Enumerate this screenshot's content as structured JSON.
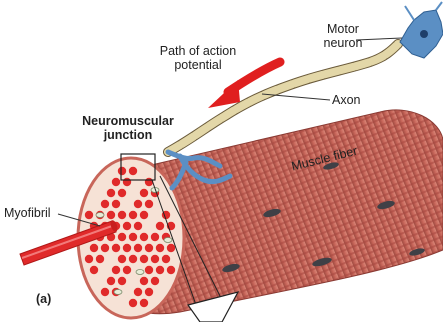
{
  "figure": {
    "panel_label": "(a)",
    "labels": {
      "motor_neuron_line1": "Motor",
      "motor_neuron_line2": "neuron",
      "path_line1": "Path of action",
      "path_line2": "potential",
      "axon": "Axon",
      "nmj_line1": "Neuromuscular",
      "nmj_line2": "junction",
      "myofibril": "Myofibril",
      "muscle_fiber": "Muscle fiber"
    },
    "colors": {
      "muscle_fiber": "#c8665a",
      "muscle_stripe": "#a8473f",
      "myofibril": "#e02a2a",
      "cross_section": "#f6e2d6",
      "neuron": "#5b8fc4",
      "axon_segments": "#e3d7a8",
      "arrow": "#e01f1f",
      "nucleus": "#3f4046"
    }
  }
}
